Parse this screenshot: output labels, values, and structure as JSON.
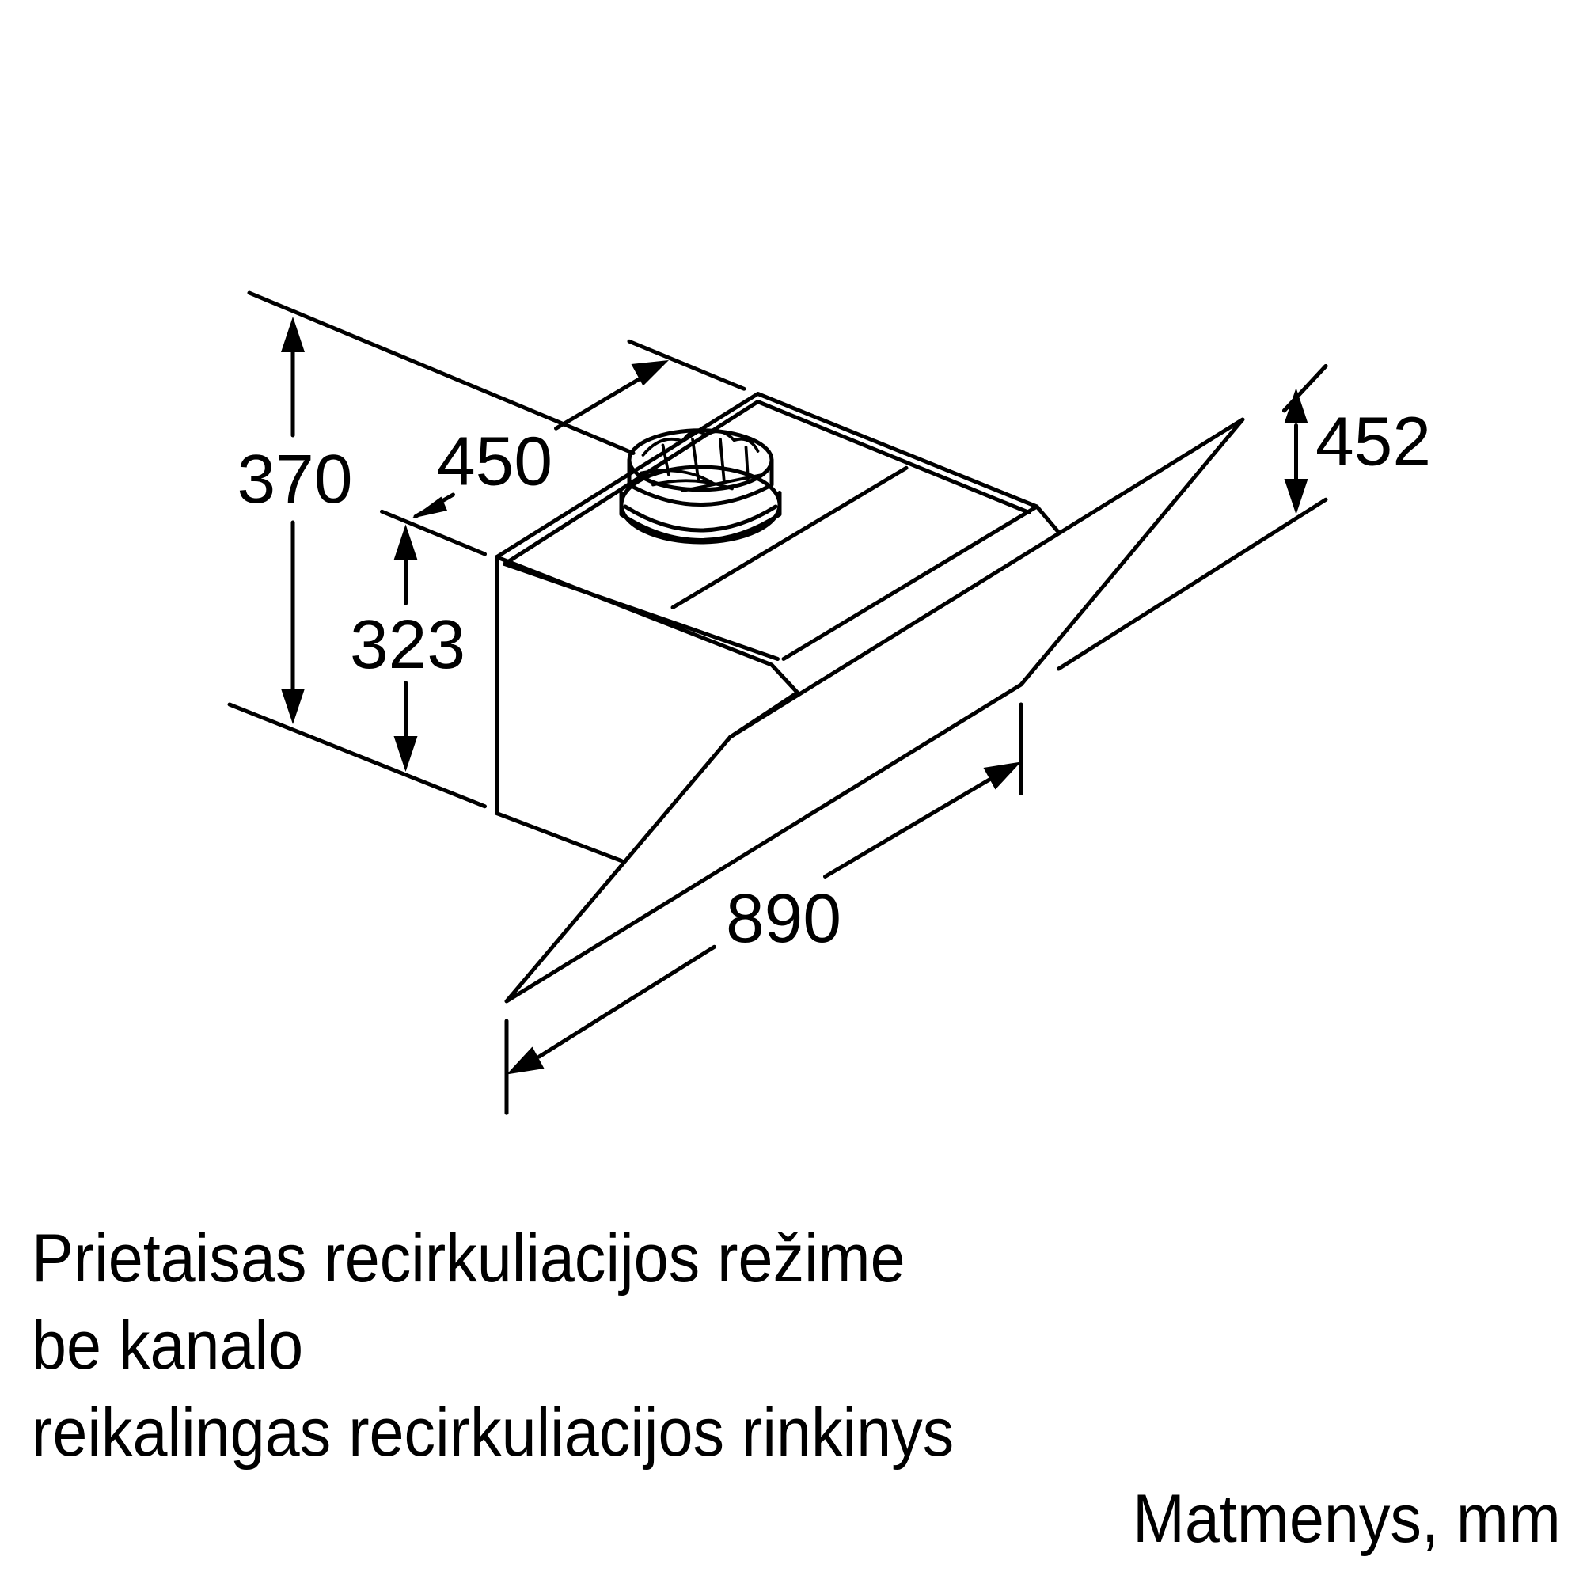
{
  "diagram": {
    "subject": "Wall-mounted angled cooker hood, recirculation mode",
    "dimensions": {
      "total_height": "370",
      "depth": "450",
      "body_height": "323",
      "glass_panel_height": "452",
      "width": "890"
    }
  },
  "caption": {
    "lines": [
      "Prietaisas recirkuliacijos režime",
      "be kanalo",
      "reikalingas recirkuliacijos rinkinys"
    ]
  },
  "units_label": "Matmenys, mm",
  "colors": {
    "line": "#000000",
    "background": "#ffffff"
  }
}
